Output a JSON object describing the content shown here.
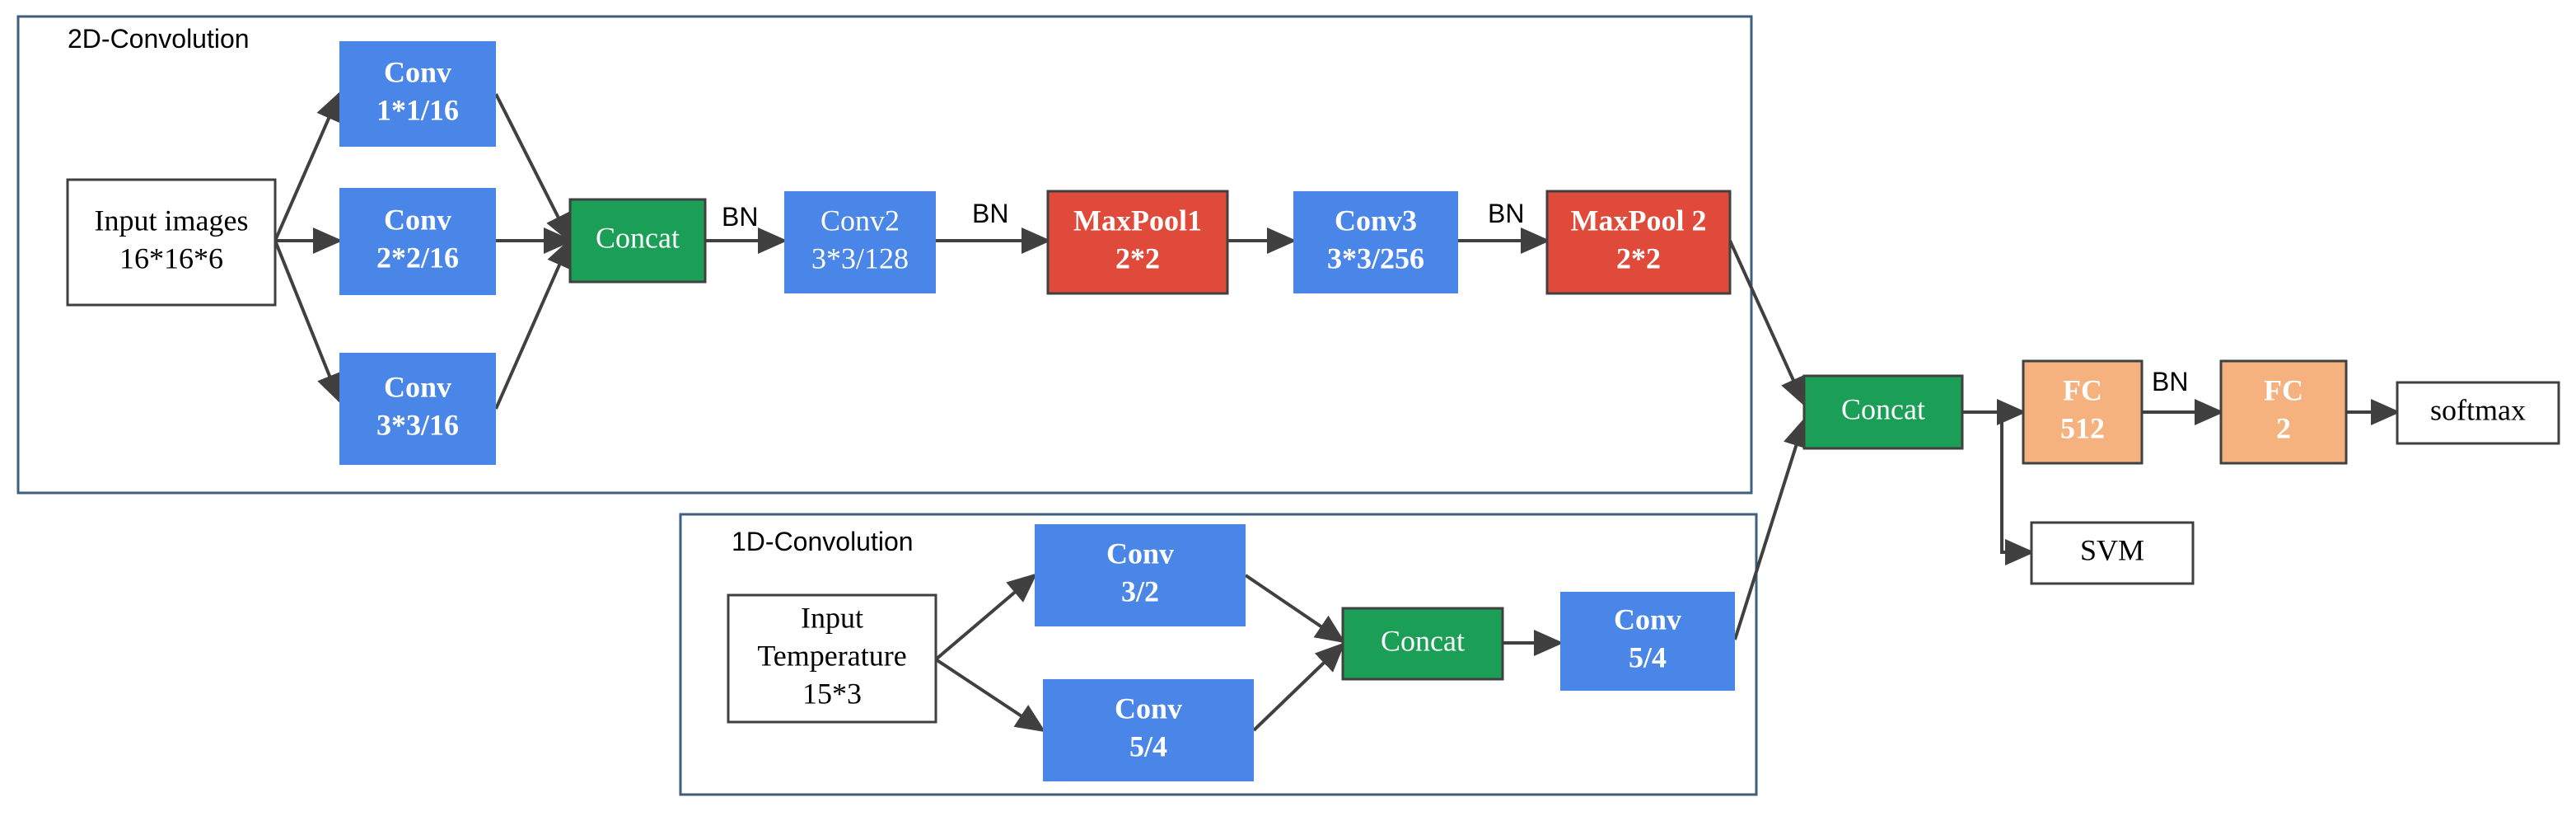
{
  "groups": {
    "conv2d": {
      "label": "2D-Convolution"
    },
    "conv1d": {
      "label": "1D-Convolution"
    }
  },
  "nodes": {
    "input_images": {
      "lines": [
        "Input images",
        "16*16*6"
      ],
      "fill": "#ffffff",
      "text_color": "#000000",
      "bold": false
    },
    "conv_a": {
      "lines": [
        "Conv",
        "1*1/16"
      ],
      "fill": "#4a86e8",
      "text_color": "#ffffff",
      "bold": true
    },
    "conv_b": {
      "lines": [
        "Conv",
        "2*2/16"
      ],
      "fill": "#4a86e8",
      "text_color": "#ffffff",
      "bold": true
    },
    "conv_c": {
      "lines": [
        "Conv",
        "3*3/16"
      ],
      "fill": "#4a86e8",
      "text_color": "#ffffff",
      "bold": true
    },
    "concat1": {
      "lines": [
        "Concat"
      ],
      "fill": "#1b9e55",
      "text_color": "#ffffff",
      "bold": false
    },
    "conv2": {
      "lines": [
        "Conv2",
        "3*3/128"
      ],
      "fill": "#4a86e8",
      "text_color": "#ffffff",
      "bold": false
    },
    "maxpool1": {
      "lines": [
        "MaxPool1",
        "2*2"
      ],
      "fill": "#e04a3a",
      "text_color": "#ffffff",
      "bold": true
    },
    "conv3": {
      "lines": [
        "Conv3",
        "3*3/256"
      ],
      "fill": "#4a86e8",
      "text_color": "#ffffff",
      "bold": true
    },
    "maxpool2": {
      "lines": [
        "MaxPool 2",
        "2*2"
      ],
      "fill": "#e04a3a",
      "text_color": "#ffffff",
      "bold": true
    },
    "input_temp": {
      "lines": [
        "Input",
        "Temperature",
        "15*3"
      ],
      "fill": "#ffffff",
      "text_color": "#000000",
      "bold": false
    },
    "conv_d": {
      "lines": [
        "Conv",
        "3/2"
      ],
      "fill": "#4a86e8",
      "text_color": "#ffffff",
      "bold": true
    },
    "conv_e": {
      "lines": [
        "Conv",
        "5/4"
      ],
      "fill": "#4a86e8",
      "text_color": "#ffffff",
      "bold": true
    },
    "concat2": {
      "lines": [
        "Concat"
      ],
      "fill": "#1b9e55",
      "text_color": "#ffffff",
      "bold": false
    },
    "conv_f": {
      "lines": [
        "Conv",
        "5/4"
      ],
      "fill": "#4a86e8",
      "text_color": "#ffffff",
      "bold": true
    },
    "concat3": {
      "lines": [
        "Concat"
      ],
      "fill": "#1b9e55",
      "text_color": "#ffffff",
      "bold": false
    },
    "fc512": {
      "lines": [
        "FC",
        "512"
      ],
      "fill": "#f6b27e",
      "text_color": "#ffffff",
      "bold": true
    },
    "fc2": {
      "lines": [
        "FC",
        "2"
      ],
      "fill": "#f6b27e",
      "text_color": "#ffffff",
      "bold": true
    },
    "softmax": {
      "lines": [
        "softmax"
      ],
      "fill": "#ffffff",
      "text_color": "#000000",
      "bold": false
    },
    "svm": {
      "lines": [
        "SVM"
      ],
      "fill": "#ffffff",
      "text_color": "#000000",
      "bold": false
    }
  },
  "edge_labels": {
    "bn1": "BN",
    "bn2": "BN",
    "bn3": "BN",
    "bn4": "BN"
  }
}
